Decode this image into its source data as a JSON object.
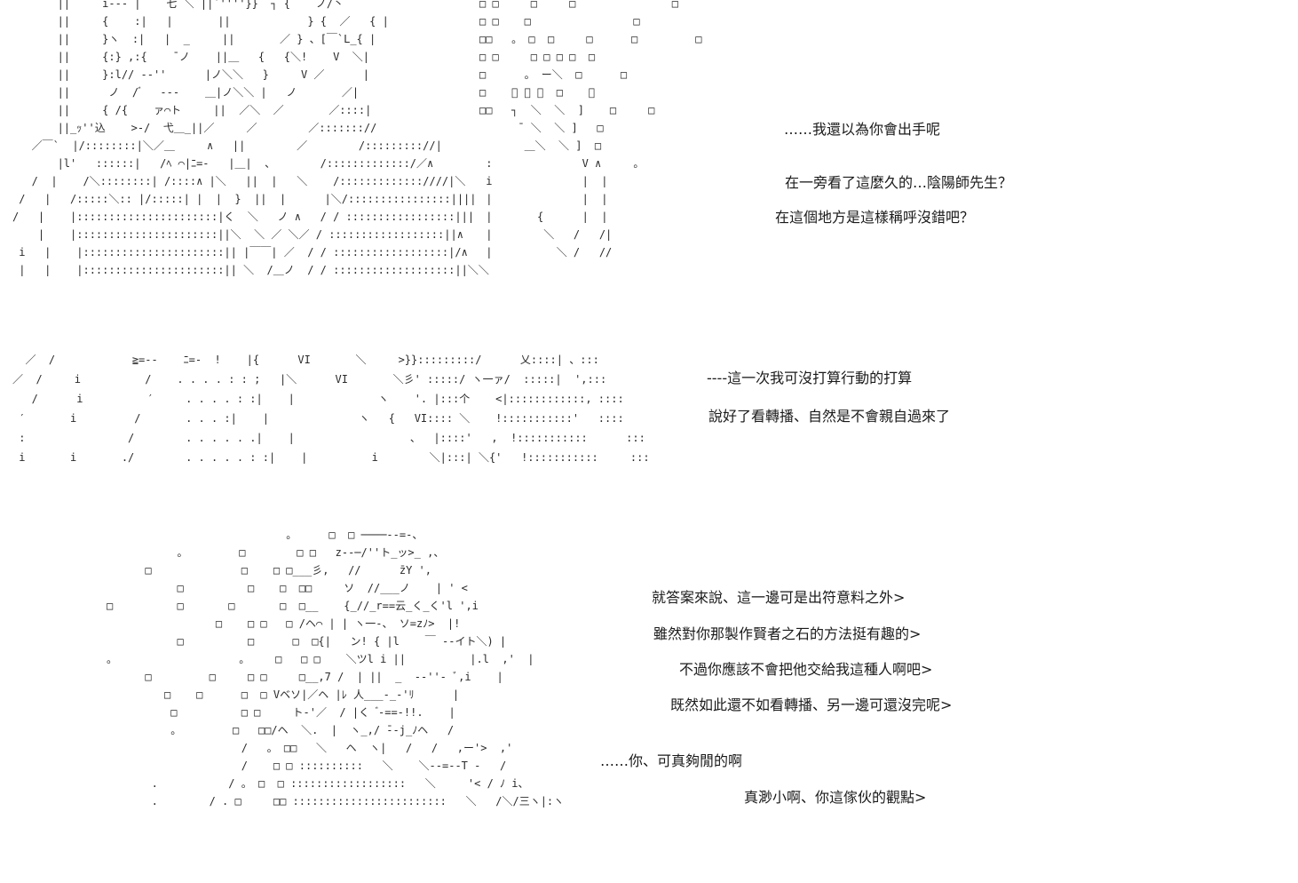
{
  "panel1": {
    "art": [
      "       ||     i‐‐‐ |    七 ＼ ||`''''}}  ┐ {    ノ/丶",
      "       ||     {    :|   |       ||            } {  ／   { |",
      "       ||     }ヽ  :|   |  _     ||       ／ } 、[￣`L_{ |",
      "       ||     {:} ,:{    ̄ ノ    ||＿   {   {＼!    V  ＼|",
      "       ||     }:l// ‐‐''      |ノ＼＼   }     V ／      |",
      "       ||      ノ  / ゙   ‐‐‐    ＿|ノ＼＼ |   ノ       ／|",
      "       ||     { /{    ァ⌒ト     ||  ／＼  ／       ／::::|",
      "       ||_ｯ''込    >‐/  弋＿_||／     ／        ／::::::://",
      "   ／￣`  |/::::::::|＼／＿     ∧   ||        ／        /::::::::://|",
      "       |l'   ::::::|   /ﾍ ⌒|ﾆ=‐   |＿|  、       /:::::::::::::/／∧",
      "   /  |    /＼::::::::| /::::∧ |＼   ||  |   ＼    /:::::::::::::////|＼",
      " /   |   /:::::＼:: |/:::::| |  |  }  ||  |      |＼/::::::::::::::::||||",
      "/   |    |::::::::::::::::::::::|く  ＼   ノ ∧   / / :::::::::::::::::|||",
      "    |    |::::::::::::::::::::::||＼  ＼ ／ ＼／ / ::::::::::::::::::||∧",
      " i   |    |::::::::::::::::::::::|| |￣￣| ／  / / ::::::::::::::::::|/∧",
      " |   |    |::::::::::::::::::::::|| ＼  /＿ノ  / / :::::::::::::::::::||＼＼"
    ],
    "art_right": [
      "□ □     □     □               □",
      "□ □    □                □",
      "□□   。 □  □     □      □         □",
      "□ □     □ □ □ □  □",
      "□      。 ー＼  □      □",
      "□    ゙ ＼ ＼  □    。",
      "□□   ┐  ＼  ＼  ]    □     □",
      "      ¯ ＼  ＼ ]   □",
      "       ＿＼  ＼ ]  □",
      " :              V ∧     。",
      " i              |  |",
      " |              |  |",
      " |       {      |  |",
      " |        ＼   /   /|",
      " |          ＼ /   //"
    ],
    "lines": [
      "……我還以為你會出手呢",
      "在一旁看了這麼久的…陰陽師先生？",
      "在這個地方是這樣稱呼沒錯吧？"
    ]
  },
  "panel2": {
    "art": [
      "  ／  /            ≧=‐‐    ﾆ=‐  !    |{      VI       ＼     >}}:::::::::/      乂::::| 、:::",
      "／  /     i          /    . . . . : : ;   |＼      VI       ＼彡' :::::/ ヽ一ァ/  :::::|  '‚:::",
      "   /      i          ′     . . . . : :|    |             ヽ    '. |:::个    <|::::::::::::, ::::",
      " ′       i         /       . . . :|    |              ヽ   {   VI:::: ＼    !:::::::::::'   ::::",
      " :                /        . . . . . .|    |                  、  |::::'   ,  !:::::::::::      :::",
      " i       i       ./        . . . . . : :|    |          i        ＼|:::| ＼{'   !:::::::::::     :::"
    ],
    "lines": [
      "----這一次我可沒打算行動的打算",
      "說好了看轉播、自然是不會親自過來了"
    ]
  },
  "panel3": {
    "art": [
      "                            。     □  □ ────‐-=‐、",
      "           。        □        □ □   z‐‐─/''ト_ッ>_ ,、",
      "      □              □    □ □___彡,   //      ̄zY ',",
      "           □          □    □  □□     ソ  //___ノ    | ' <",
      "□          □       □       □  □__    {_//_r==云_く_く'l ',i",
      "                 □    □ □   □ /ヘ⌒ | | ヽ一‐、 ソ=zﾉ>  |!",
      "           □          □      □  □{|   ン! { |l    ￣ ‐‐イト＼) |",
      "。                   。    □   □ □    ＼ツl i ||          |.l  ,'  |",
      "      □         □     □ □     □__,7 /  | ||  _  ‐‐''‐ ﾞ,i    |",
      "         □    □      □  □ Vベソ|／ヘ |ﾚ 人___-_-'ﾘ      |",
      "          □          □ □     ト-'／  / |く  ゙‐==‐!!.    |",
      "          。        □   □□/ヘ  ＼.  |  ヽ_,/ ̄‐-j_ﾉヘ   /",
      "                     /   。 □□   ＼   ヘ  ヽ|   /   /   ,ー'>  ,'",
      "                     /    □ □ ::::::::::   ＼    ＼‐‐=‐‐T ‐   /",
      "       .           / 。 □  □ ::::::::::::::::::   ＼     '< / ﾉ i、",
      "       .        / . □     □□ ::::::::::::::::::::::::   ＼   /＼/三ヽ|:ヽ"
    ],
    "lines": [
      "就答案來說、這一邊可是出符意料之外>",
      "雖然對你那製作賢者之石的方法挺有趣的>",
      "不過你應該不會把他交給我這種人啊吧>",
      "既然如此還不如看轉播、另一邊可還沒完呢>",
      "……你、可真夠閒的啊",
      "真渺小啊、你這傢伙的觀點>"
    ]
  }
}
